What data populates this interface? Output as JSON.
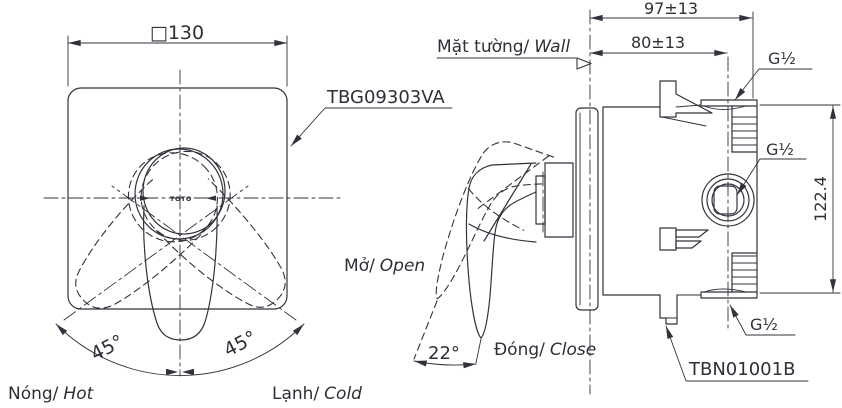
{
  "colors": {
    "line": "#32323c",
    "text": "#2f2f38",
    "background": "#ffffff"
  },
  "front": {
    "width_dim": "□130",
    "model": "TBG09303VA",
    "logo": "TOTO",
    "angle_left": "45°",
    "angle_right": "45°",
    "hot": {
      "vi": "Nóng/",
      "en": "Hot"
    },
    "cold": {
      "vi": "Lạnh/",
      "en": "Cold"
    }
  },
  "side": {
    "wall": {
      "vi": "Mặt tường/",
      "en": "Wall"
    },
    "open": {
      "vi": "Mở/",
      "en": "Open"
    },
    "close": {
      "vi": "Đóng/",
      "en": "Close"
    },
    "open_angle": "22°",
    "dim_depth_total": "97±13",
    "dim_depth_wall": "80±13",
    "dim_height": "122.4",
    "thread_top": "G½",
    "thread_mid": "G½",
    "thread_bottom": "G½",
    "valve_model": "TBN01001B"
  }
}
